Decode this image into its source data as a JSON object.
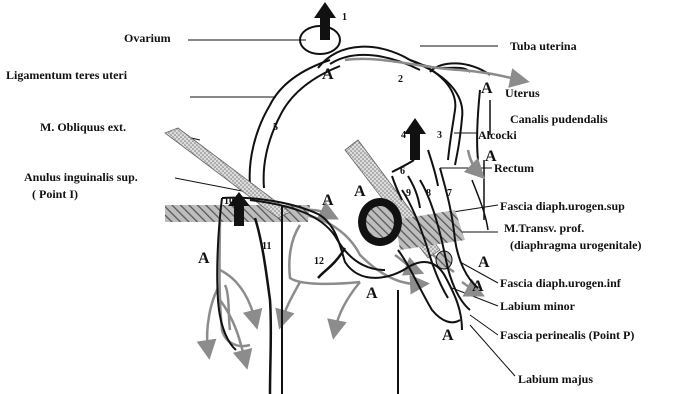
{
  "labels": {
    "ovarium": "Ovarium",
    "tuba_uterina": "Tuba uterina",
    "lig_teres": "Ligamentum teres uteri",
    "uterus": "Uterus",
    "canalis_line1": "Canalis  pudendalis",
    "canalis_line2": "Alcocki",
    "obliquus": "M. Obliquus ext.",
    "rectum": "Rectum",
    "anulus_line1": "Anulus inguinalis sup.",
    "anulus_line2": "( Point I)",
    "fascia_sup": "Fascia diaph.urogen.sup",
    "transv_line1": "M.Transv. prof.",
    "transv_line2": "(diaphragma urogenitale)",
    "fascia_inf": "Fascia diaph.urogen.inf",
    "labium_minor": "Labium minor",
    "fascia_perinealis": "Fascia perinealis (Point P)",
    "labium_majus": "Labium majus"
  },
  "numbers": {
    "n1": "1",
    "n2": "2",
    "n3": "3",
    "n4": "4",
    "n5": "5",
    "n6": "6",
    "n7": "7",
    "n8": "8",
    "n9": "9",
    "n10": "10",
    "n11": "11",
    "n12": "12"
  },
  "region_marker": "A",
  "colors": {
    "ink": "#111111",
    "gray_path": "#8c8c8c",
    "hatch_fill": "#9a9a9a",
    "dot_fill": "#cfcfcf"
  }
}
